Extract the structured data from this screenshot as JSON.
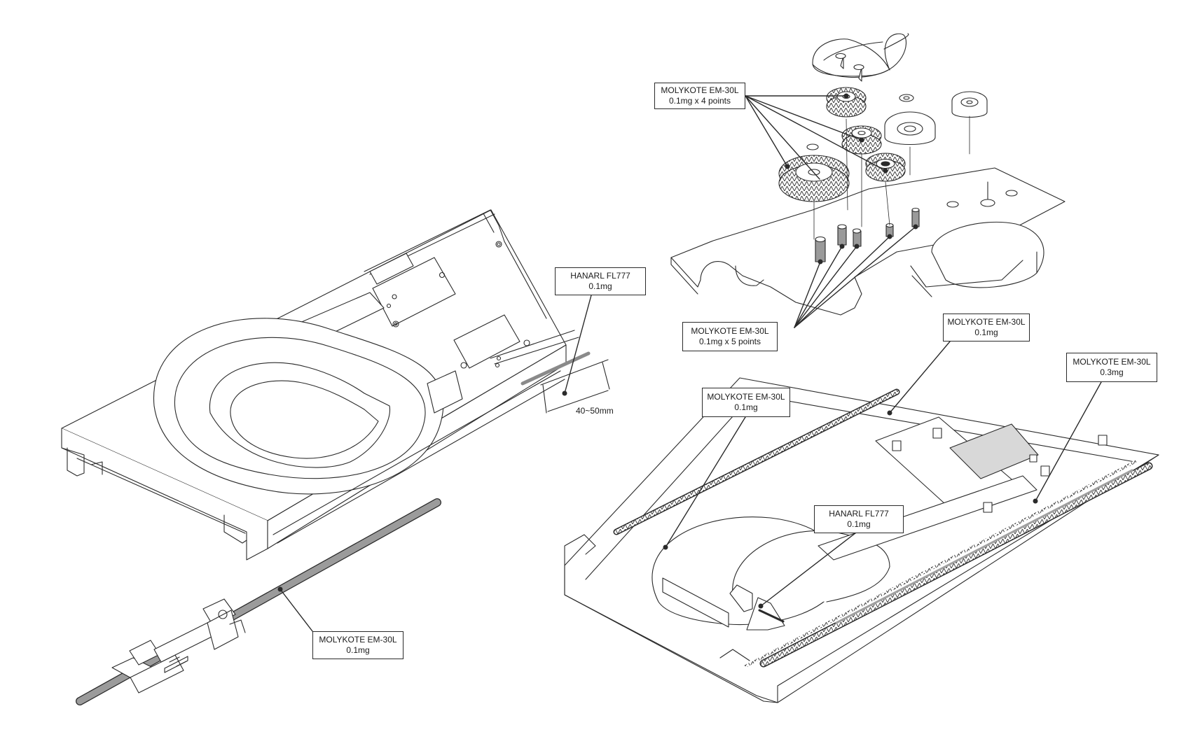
{
  "callouts": {
    "tray_rail": {
      "name": "HANARL FL777",
      "amount": "0.1mg"
    },
    "shaft": {
      "name": "MOLYKOTE EM-30L",
      "amount": "0.1mg"
    },
    "gears_top": {
      "name": "MOLYKOTE EM-30L",
      "amount": "0.1mg x 4 points"
    },
    "gears_shafts": {
      "name": "MOLYKOTE EM-30L",
      "amount": "0.1mg x 5 points"
    },
    "rack_right_top": {
      "name": "MOLYKOTE EM-30L",
      "amount": "0.1mg"
    },
    "rack_left": {
      "name": "MOLYKOTE EM-30L",
      "amount": "0.1mg"
    },
    "rack_right": {
      "name": "MOLYKOTE EM-30L",
      "amount": "0.3mg"
    },
    "guide": {
      "name": "HANARL FL777",
      "amount": "0.1mg"
    }
  },
  "dimension": {
    "label": "40~50mm"
  },
  "colors": {
    "line": "#2a2a2a",
    "grease": "#8a8a8a",
    "fill": "#ffffff",
    "shade": "#d8d8d8"
  }
}
